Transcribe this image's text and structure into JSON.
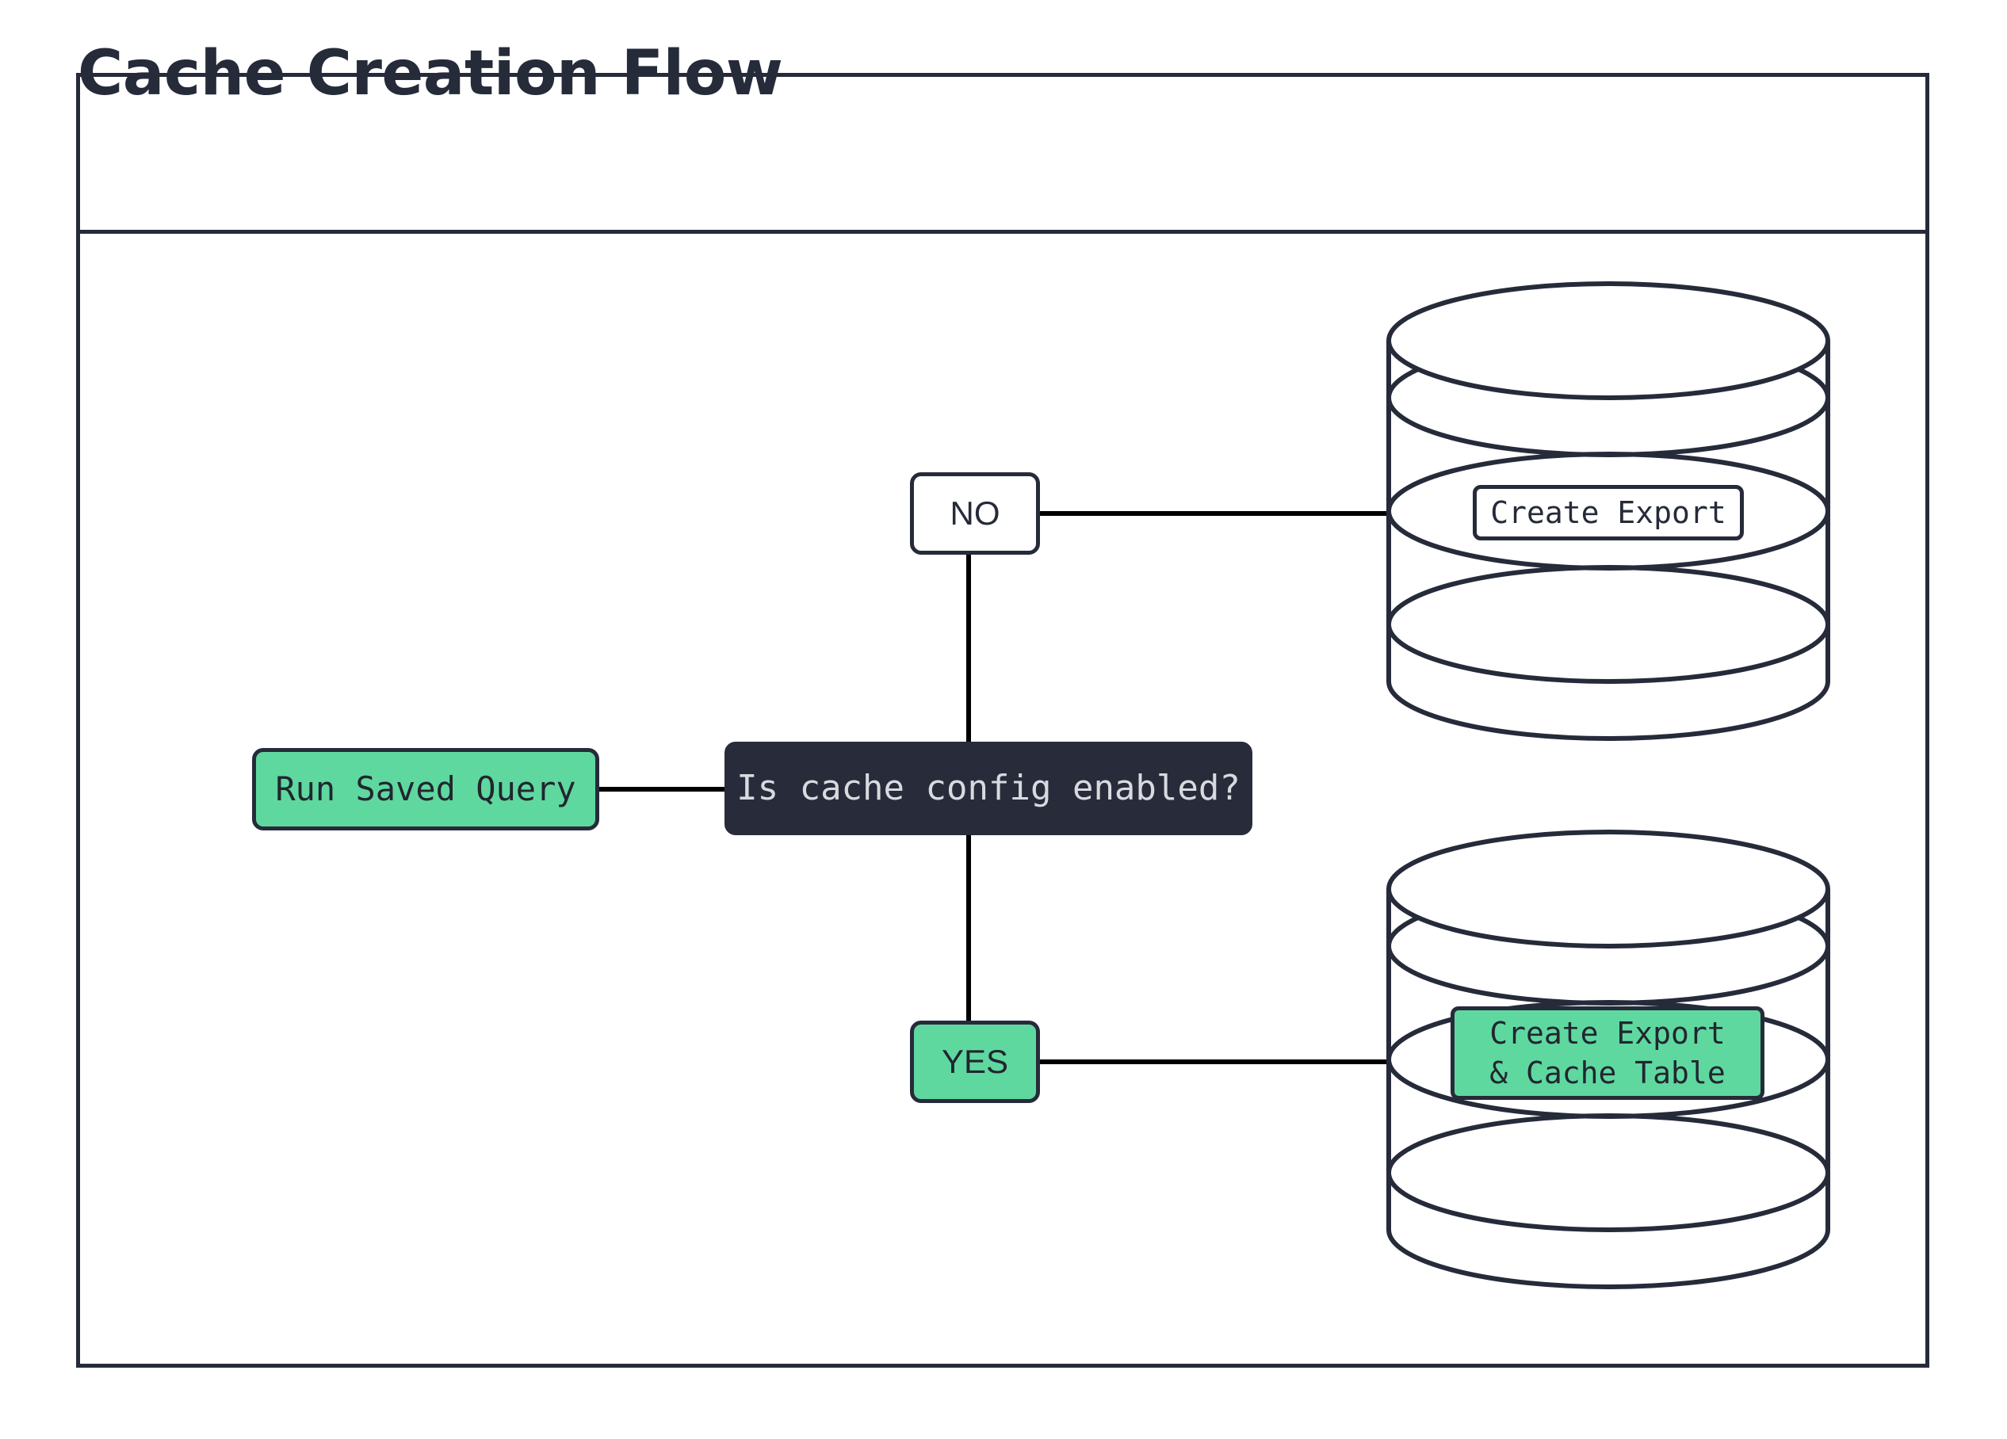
{
  "diagram": {
    "title": "Cache Creation Flow",
    "type": "flowchart",
    "colors": {
      "frame_border": "#262B3A",
      "stroke": "#262B3A",
      "edge": "#000000",
      "accent_green": "#5FD8A0",
      "decision_fill": "#282C3A",
      "decision_text": "#D8DAE0",
      "node_text": "#21262F",
      "background": "#FFFFFF"
    },
    "nodes": [
      {
        "id": "run-saved-query",
        "label": "Run Saved Query",
        "shape": "rounded-rect",
        "style": "green"
      },
      {
        "id": "decision",
        "label": "Is cache config enabled?",
        "shape": "rounded-rect",
        "style": "dark"
      },
      {
        "id": "no",
        "label": "NO",
        "shape": "rounded-rect",
        "style": "white"
      },
      {
        "id": "yes",
        "label": "YES",
        "shape": "rounded-rect",
        "style": "green"
      },
      {
        "id": "create-export",
        "label": "Create Export",
        "shape": "database-cylinder",
        "style": "white"
      },
      {
        "id": "create-export-cache",
        "label": "Create Export\n& Cache Table",
        "shape": "database-cylinder",
        "style": "green"
      }
    ],
    "edges": [
      {
        "from": "run-saved-query",
        "to": "decision",
        "label": ""
      },
      {
        "from": "decision",
        "to": "no",
        "label": ""
      },
      {
        "from": "no",
        "to": "create-export",
        "label": ""
      },
      {
        "from": "decision",
        "to": "yes",
        "label": ""
      },
      {
        "from": "yes",
        "to": "create-export-cache",
        "label": ""
      }
    ]
  }
}
